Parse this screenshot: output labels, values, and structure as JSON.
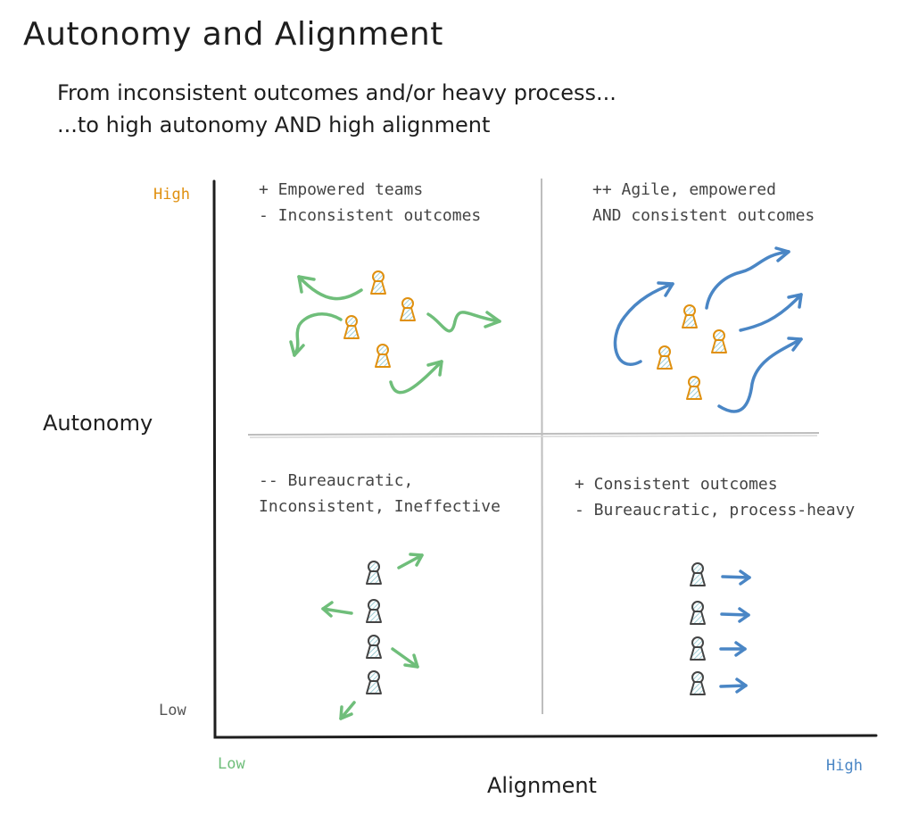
{
  "title": "Autonomy and Alignment",
  "subtitle": {
    "line1": "From inconsistent outcomes and/or heavy process...",
    "line2": "...to high autonomy AND high alignment"
  },
  "axes": {
    "y_label": "Autonomy",
    "x_label": "Alignment",
    "y_high": "High",
    "y_low": "Low",
    "x_low": "Low",
    "x_high": "High"
  },
  "quadrants": {
    "top_left": {
      "line1": "+ Empowered teams",
      "line2": "- Inconsistent outcomes"
    },
    "top_right": {
      "line1": "++ Agile, empowered",
      "line2": "AND consistent outcomes"
    },
    "bottom_left": {
      "line1": "-- Bureaucratic,",
      "line2": "Inconsistent, Ineffective"
    },
    "bottom_right": {
      "line1": "+ Consistent outcomes",
      "line2": "- Bureaucratic, process-heavy"
    }
  },
  "colors": {
    "orange": "#e0900f",
    "green": "#6fbe7a",
    "blue": "#4a86c5",
    "axis": "#1e1e1e",
    "divider": "#bdbdbd"
  }
}
